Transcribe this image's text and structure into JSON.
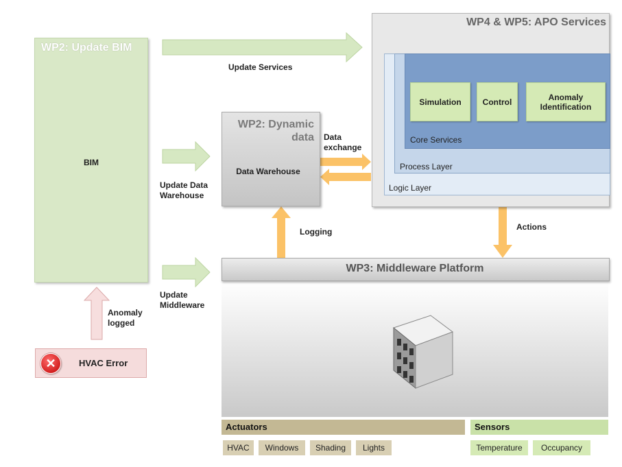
{
  "bim_panel": {
    "title": "WP2: Update BIM",
    "database": "BIM"
  },
  "arrow_labels": {
    "update_services": "Update Services",
    "update_data_warehouse": "Update Data Warehouse",
    "update_middleware": "Update Middleware",
    "data_exchange": "Data exchange",
    "logging": "Logging",
    "actions": "Actions",
    "anomaly_logged": "Anomaly logged"
  },
  "dynamic_data": {
    "title": "WP2: Dynamic data",
    "database": "Data Warehouse"
  },
  "apo_services": {
    "title": "WP4 & WP5: APO Services",
    "layers": {
      "logic": "Logic Layer",
      "process": "Process Layer",
      "core": "Core Services"
    },
    "services": [
      "Simulation",
      "Control",
      "Anomaly Identification"
    ]
  },
  "middleware": {
    "title": "WP3: Middleware Platform"
  },
  "hvac_error": {
    "label": "HVAC Error",
    "icon": "error-icon"
  },
  "actuators": {
    "title": "Actuators",
    "items": [
      "HVAC",
      "Windows",
      "Shading",
      "Lights"
    ]
  },
  "sensors": {
    "title": "Sensors",
    "items": [
      "Temperature",
      "Occupancy"
    ]
  },
  "colors": {
    "green_panel": "#d9e8c7",
    "arrow_green": "#d6e8c2",
    "arrow_orange": "#fbc267",
    "blue_core": "#7c9dc9",
    "tan_header": "#c3b894",
    "light_green": "#d5eab5"
  }
}
